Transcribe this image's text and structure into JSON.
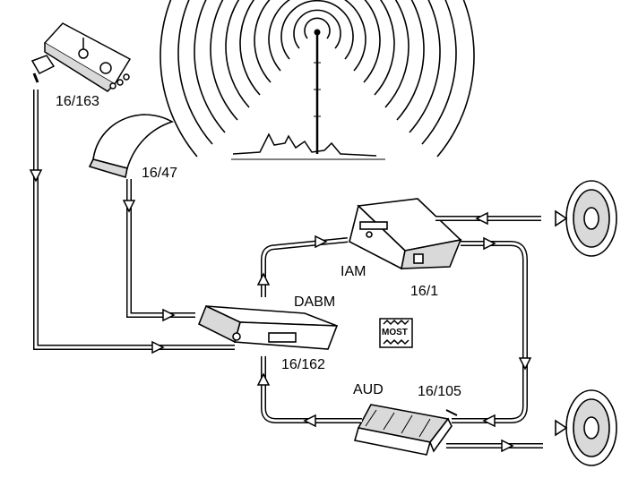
{
  "labels": {
    "fm_module": "16/163",
    "antenna": "16/47",
    "iam": "IAM",
    "iam_code": "16/1",
    "dabm": "DABM",
    "dabm_code": "16/162",
    "aud": "AUD",
    "aud_code": "16/105",
    "bus": "MOST"
  },
  "colors": {
    "line": "#000000",
    "fill": "#ffffff",
    "shade": "#d9d9d9"
  },
  "icons": [
    "broadcast-tower-icon",
    "signal-waves-icon",
    "speaker-icon",
    "arrow-icon"
  ]
}
